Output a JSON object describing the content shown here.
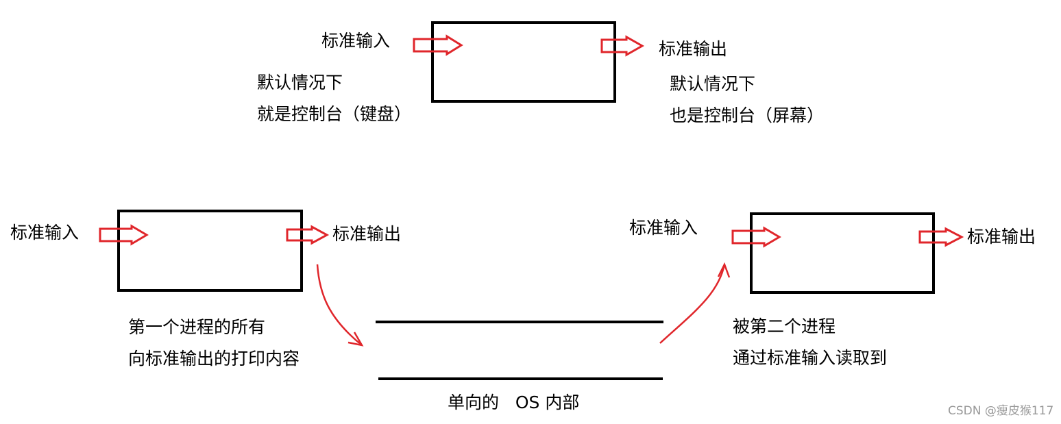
{
  "top": {
    "input_label": "标准输入",
    "output_label": "标准输出",
    "input_note_line1": "默认情况下",
    "input_note_line2": "就是控制台（键盘）",
    "output_note_line1": "默认情况下",
    "output_note_line2": "也是控制台（屏幕）"
  },
  "left_process": {
    "input_label": "标准输入",
    "output_label": "标准输出",
    "note_line1": "第一个进程的所有",
    "note_line2": "向标准输出的打印内容"
  },
  "right_process": {
    "input_label": "标准输入",
    "output_label": "标准输出",
    "note_line1": "被第二个进程",
    "note_line2": "通过标准输入读取到"
  },
  "pipe": {
    "label": "单向的   OS 内部"
  },
  "watermark": "CSDN @瘦皮猴117",
  "colors": {
    "arrow": "#e0262b",
    "box": "#000000",
    "text": "#000000",
    "watermark": "#999999"
  }
}
